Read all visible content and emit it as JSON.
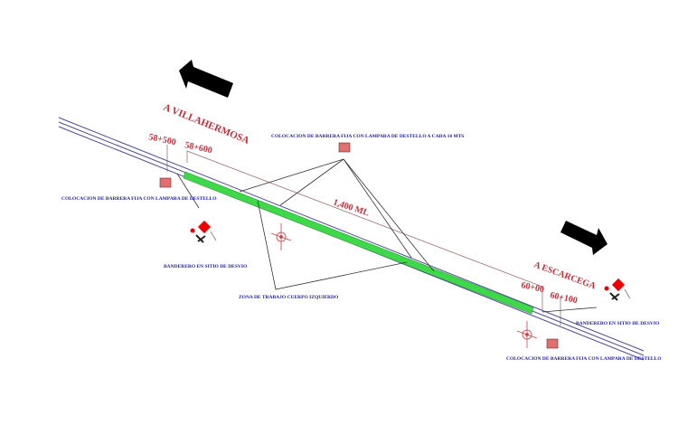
{
  "directions": {
    "west": "A VILLAHERMOSA",
    "east": "A ESCARCEGA"
  },
  "stations": {
    "s1": "58+500",
    "s2": "58+600",
    "s3": "60+00",
    "s4": "60+100"
  },
  "length_label": "1,400 ML",
  "notes": {
    "barrier_every_10m": "COLOCACION DE BARRERA FIJA CON LAMPARA DE DESTELLO A CADA 10 MTS",
    "barrier_west": "COLOCACION DE BARRERA FIJA CON LAMPARA DE DESTELLO",
    "flagger_west": "BANDERERO EN SITIO DE DESVIO",
    "work_zone": "ZONA DE TRABAJO CUERPO IZQUIERDO",
    "flagger_east": "BANDERERO EN SITIO DE DESVIO",
    "barrier_east": "COLOCACION DE BARRERA FIJA CON LAMPARA DE DESTELLO"
  },
  "colors": {
    "road": "#4a4a9a",
    "work_zone": "#3fd84a",
    "label": "#c0303a",
    "note": "#1a1aa0"
  }
}
